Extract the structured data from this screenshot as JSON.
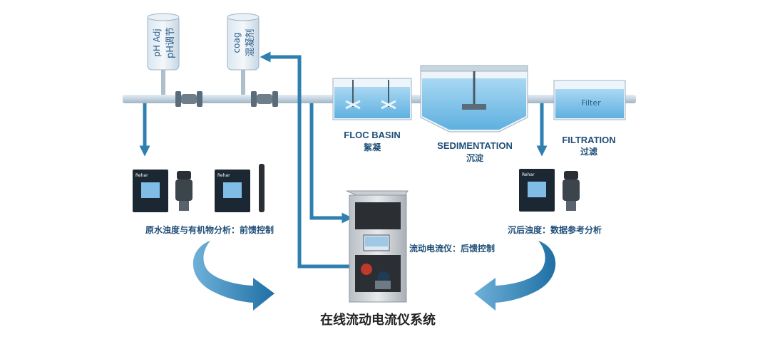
{
  "tanks": {
    "ph": {
      "label_en": "pH Adj",
      "label_cn": "pH调节"
    },
    "coag": {
      "label_en": "coag",
      "label_cn": "混凝剂"
    }
  },
  "stages": {
    "floc": {
      "en": "FLOC BASIN",
      "cn": "絮凝"
    },
    "sedimentation": {
      "en": "SEDIMENTATION",
      "cn": "沉淀"
    },
    "filtration": {
      "en": "FILTRATION",
      "cn": "过滤",
      "tank_label": "Filter"
    }
  },
  "instruments": {
    "left_caption": "原水浊度与有机物分析：前馈控制",
    "center_caption": "流动电流仪：后馈控制",
    "right_caption": "沉后浊度：数据参考分析",
    "brand": "Rehar"
  },
  "system_title": "在线流动电流仪系统",
  "colors": {
    "arrow": "#2f7fb0",
    "label": "#1f4e79",
    "pipe": "#bfcfdc",
    "water": "#7fc2ea"
  }
}
